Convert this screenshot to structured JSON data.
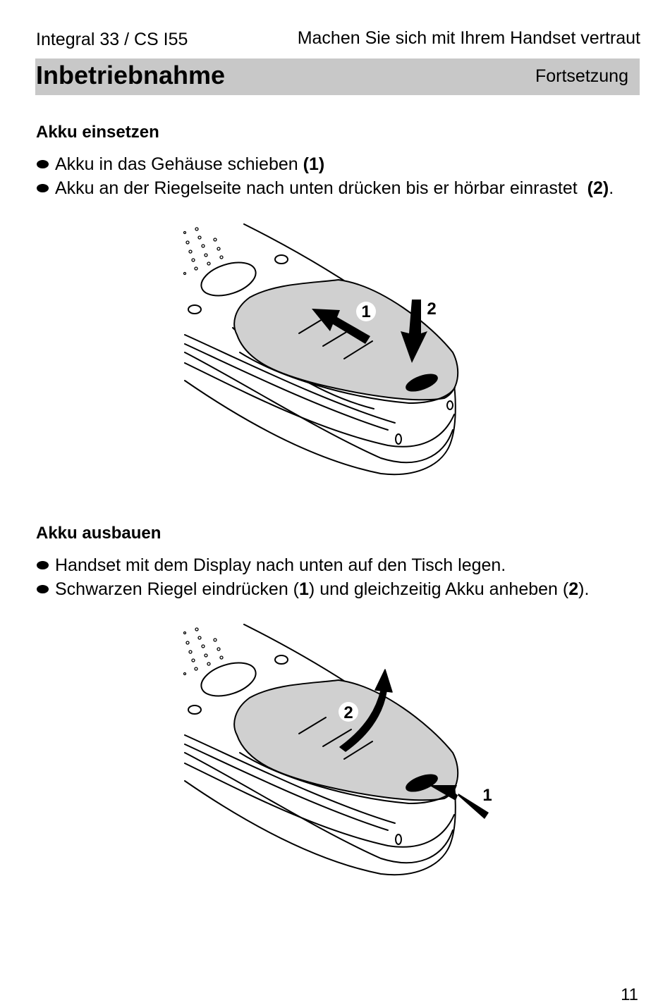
{
  "header": {
    "model": "Integral 33 / CS I55",
    "chapter": "Machen Sie sich mit Ihrem Handset vertraut"
  },
  "section": {
    "title": "Inbetriebnahme",
    "subtitle": "Fortsetzung"
  },
  "insert": {
    "heading": "Akku einsetzen",
    "step1_text": "Akku in das Gehäuse schieben ",
    "step1_ref": "(1)",
    "step2_text": "Akku an der Riegelseite nach unten drücken bis er hörbar einrastet ",
    "step2_ref": "(2)",
    "step2_end": ".",
    "label1": "1",
    "label2": "2"
  },
  "remove": {
    "heading": "Akku ausbauen",
    "step1_text": "Handset mit dem Display nach unten auf den Tisch legen.",
    "step2_a": "Schwarzen Riegel eindrücken (",
    "step2_ref1": "1",
    "step2_b": ") und gleichzeitig Akku anheben (",
    "step2_ref2": "2",
    "step2_c": ").",
    "label1": "1",
    "label2": "2"
  },
  "page_number": "11"
}
